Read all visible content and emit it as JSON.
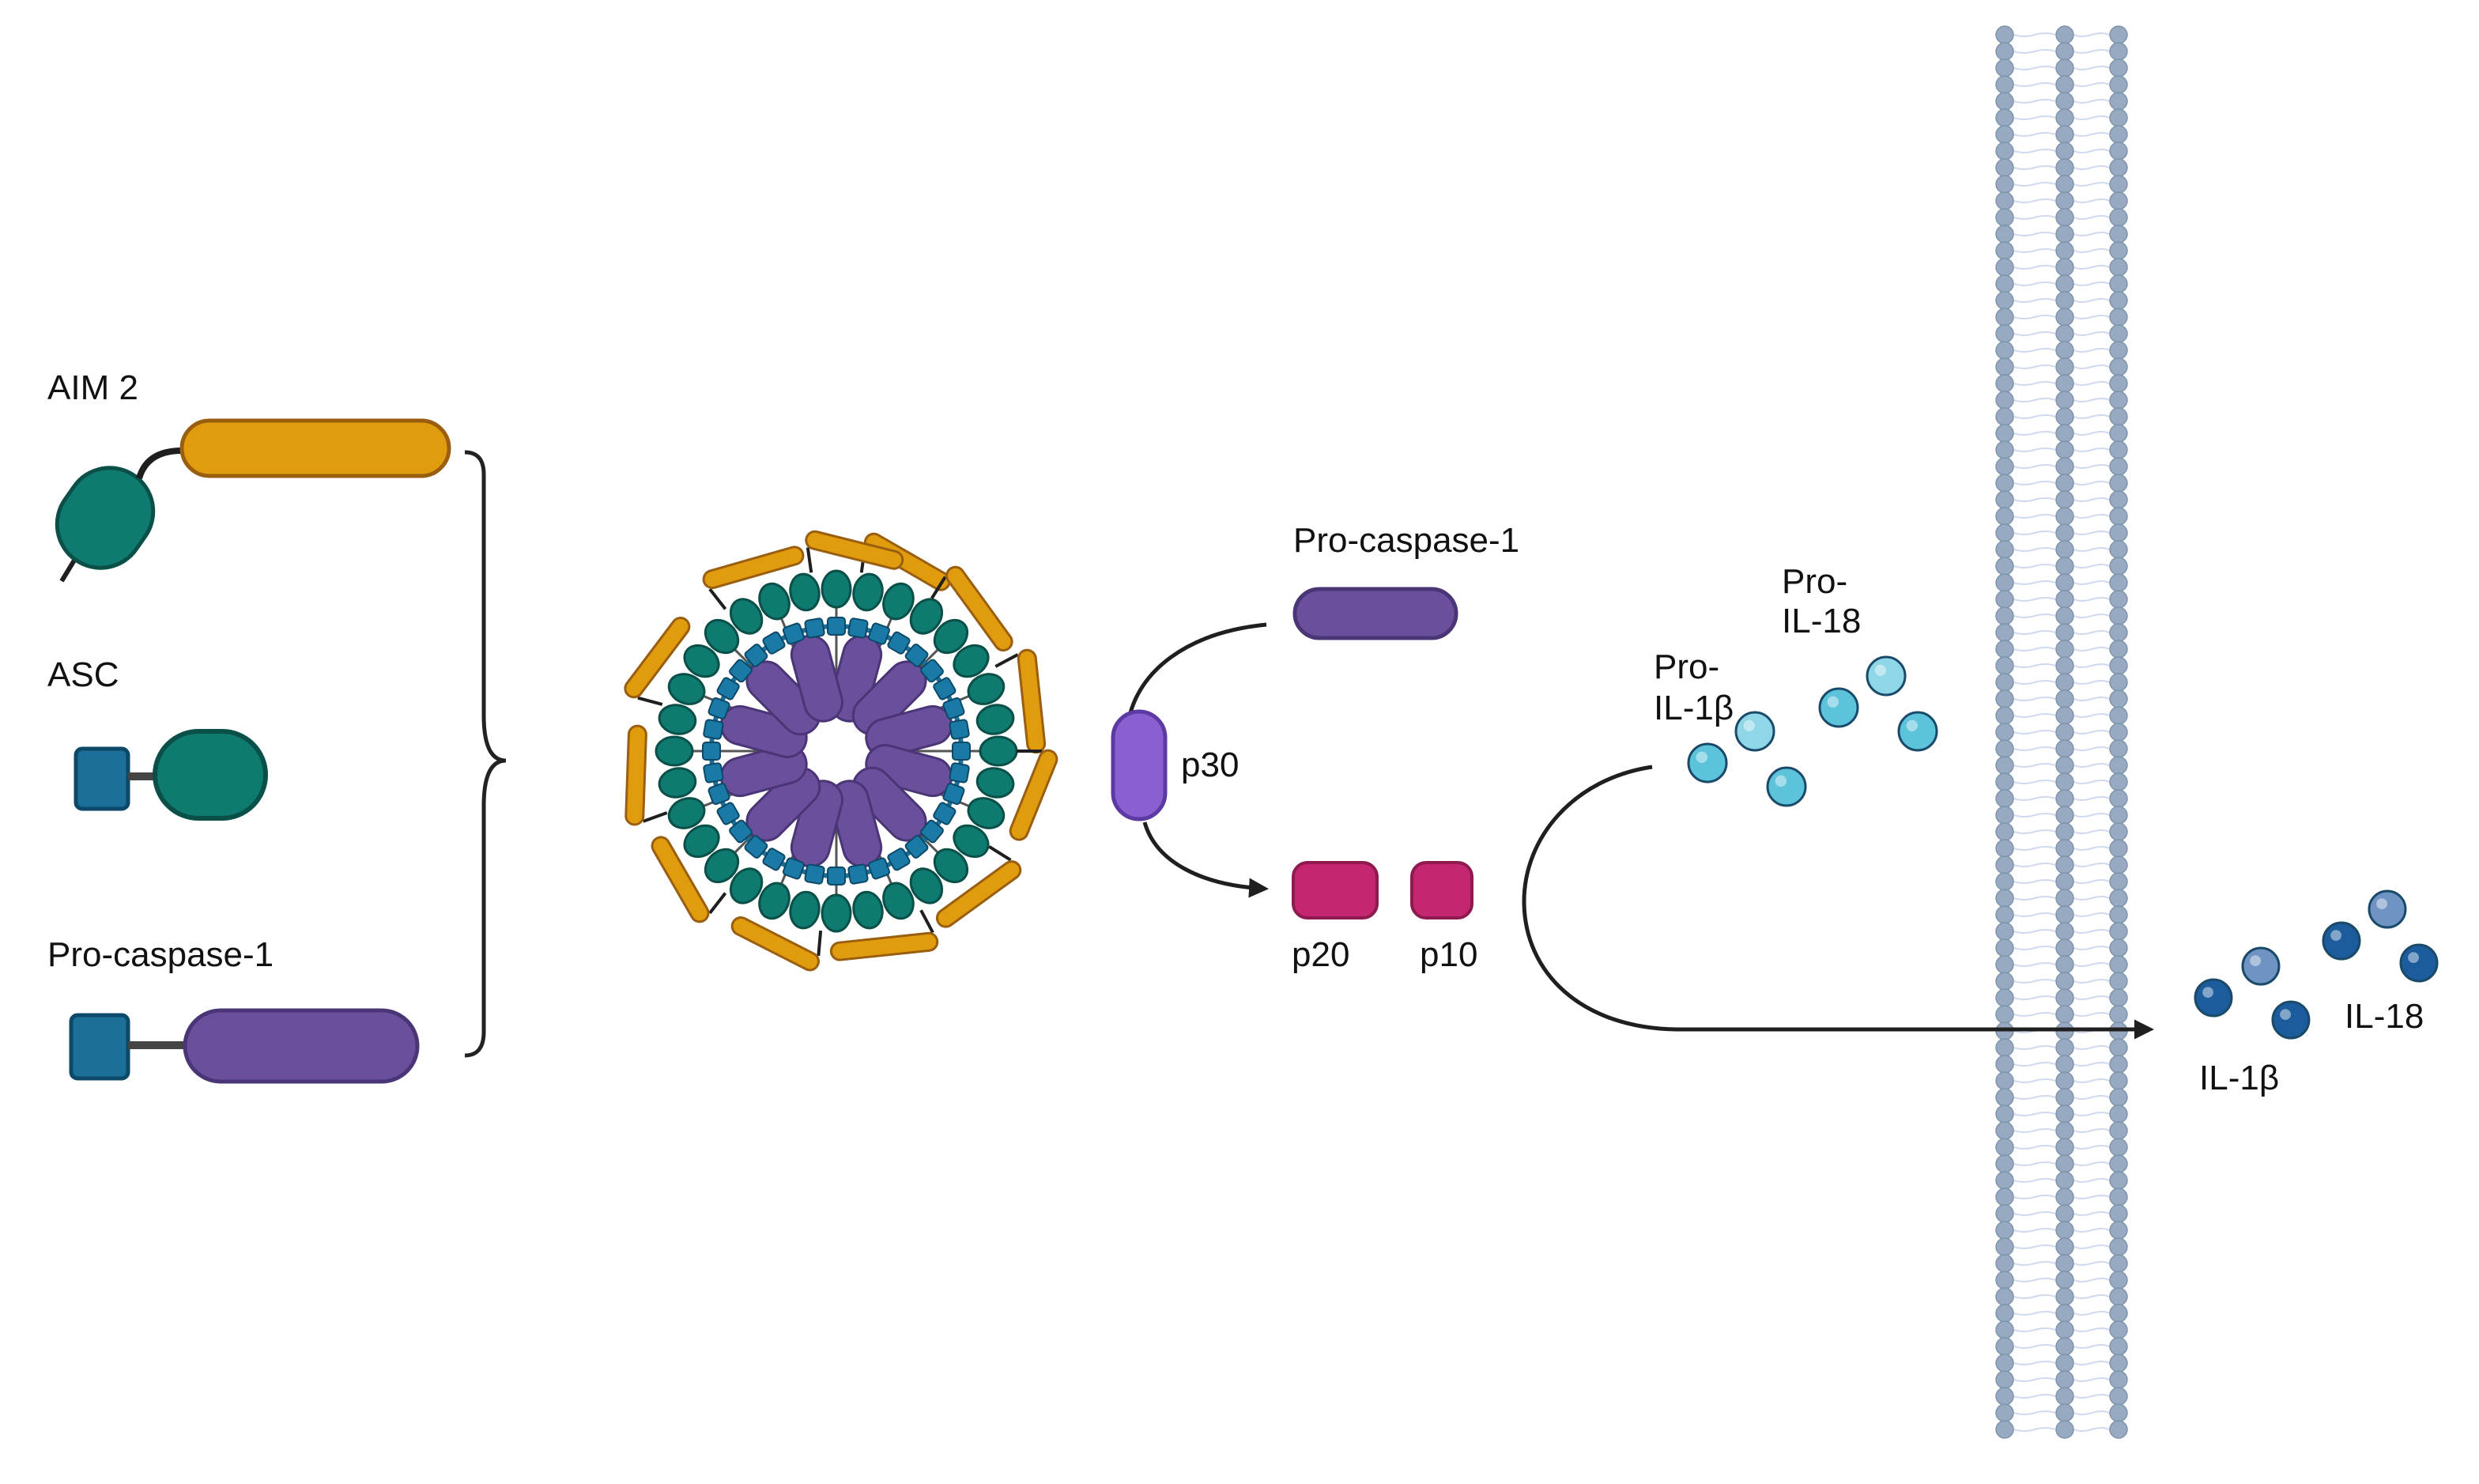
{
  "colors": {
    "aim2": "#e09c0c",
    "asc_pyrin": "#0f7a70",
    "card": "#1b7aa5",
    "caspase": "#6a4f9c",
    "p30": "#8a5fd0",
    "fragment": "#c4276f",
    "pro_cytokine": "#5cc3da",
    "mature_il1b": "#1c5c9c",
    "mature_il18": "#6f93c2",
    "membrane": "#98aac2",
    "line": "#1f1f1f"
  },
  "legend": {
    "aim2_label": "AIM 2",
    "asc_label": "ASC",
    "procaspase_label": "Pro-caspase-1"
  },
  "cleavage": {
    "procaspase_label": "Pro-caspase-1",
    "p30_label": "p30",
    "p20_label": "p20",
    "p10_label": "p10"
  },
  "cytokines": {
    "pro_il1b_line1": "Pro-",
    "pro_il1b_line2": "IL-1β",
    "pro_il18_line1": "Pro-",
    "pro_il18_line2": "IL-18",
    "il1b_label": "IL-1β",
    "il18_label": "IL-18"
  }
}
